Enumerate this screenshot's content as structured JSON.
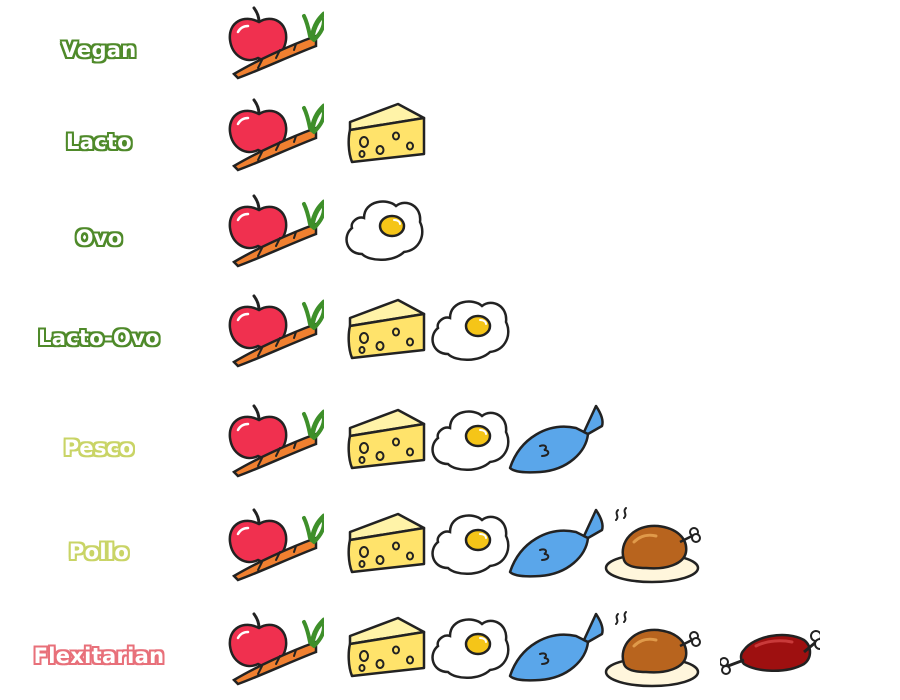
{
  "diets": [
    {
      "label": "Vegan",
      "color": "#4f8a2a",
      "foods": [
        "apple-carrot"
      ]
    },
    {
      "label": "Lacto",
      "color": "#4f8a2a",
      "foods": [
        "apple-carrot",
        "cheese"
      ]
    },
    {
      "label": "Ovo",
      "color": "#4f8a2a",
      "foods": [
        "apple-carrot",
        "egg"
      ]
    },
    {
      "label": "Lacto-Ovo",
      "color": "#4f8a2a",
      "foods": [
        "apple-carrot",
        "cheese",
        "egg"
      ]
    },
    {
      "label": "Pesco",
      "color": "#c9d466",
      "foods": [
        "apple-carrot",
        "cheese",
        "egg",
        "fish"
      ]
    },
    {
      "label": "Pollo",
      "color": "#c9d466",
      "foods": [
        "apple-carrot",
        "cheese",
        "egg",
        "fish",
        "chicken"
      ]
    },
    {
      "label": "Flexitarian",
      "color": "#e8707a",
      "foods": [
        "apple-carrot",
        "cheese",
        "egg",
        "fish",
        "chicken",
        "meat"
      ]
    }
  ],
  "icons": {
    "apple-carrot": "apple-carrot-icon",
    "cheese": "cheese-icon",
    "egg": "fried-egg-icon",
    "fish": "fish-icon",
    "chicken": "roast-chicken-icon",
    "meat": "meat-leg-icon"
  }
}
